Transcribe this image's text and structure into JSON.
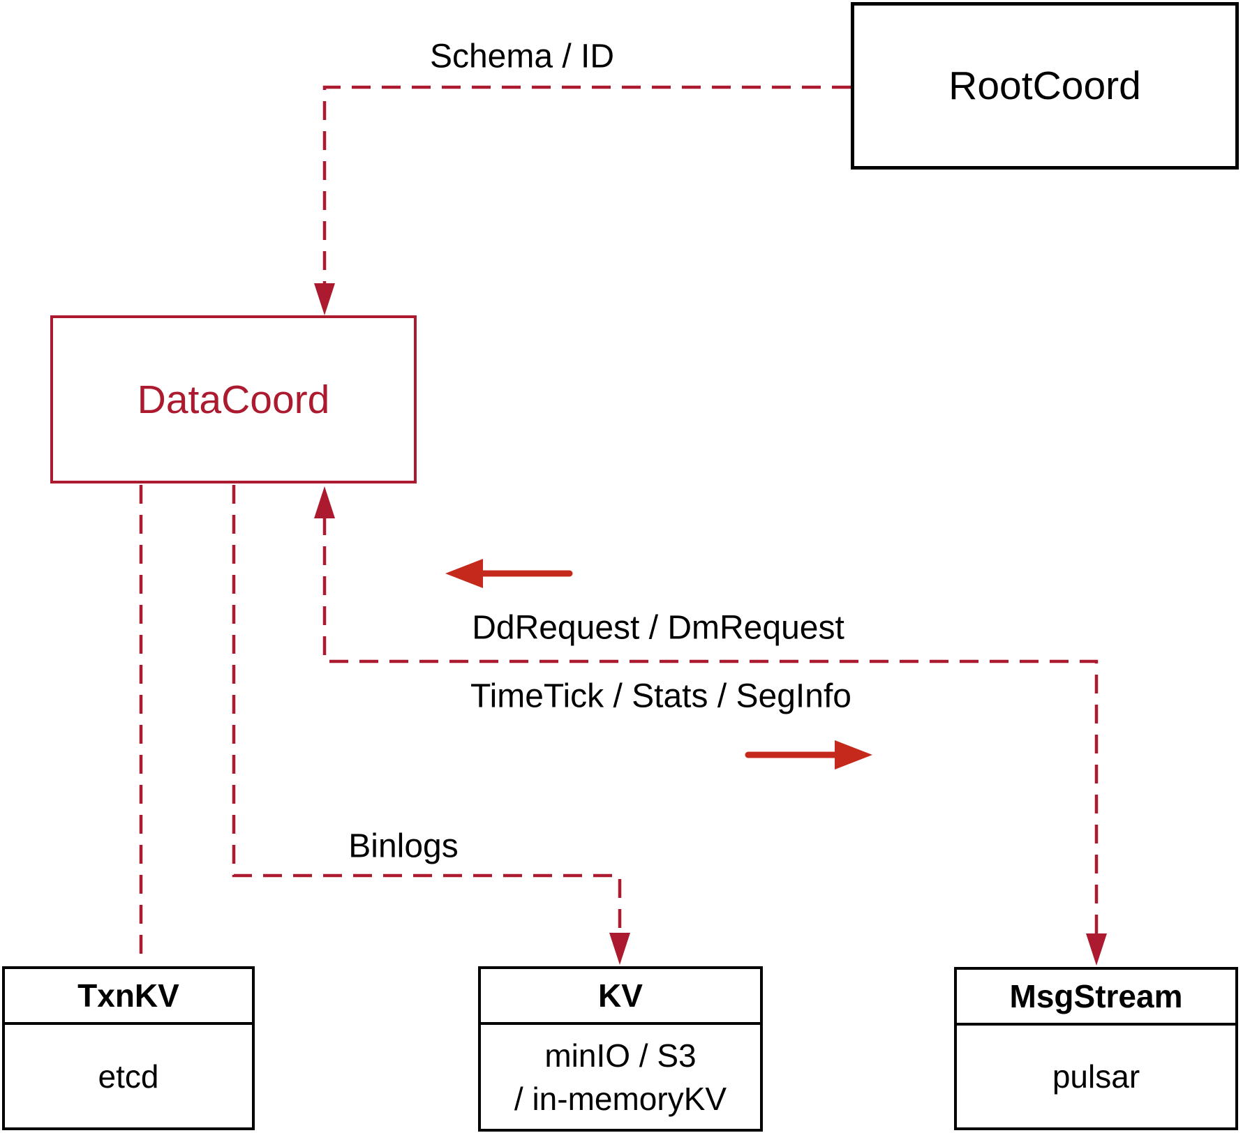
{
  "nodes": {
    "rootcoord": {
      "label": "RootCoord"
    },
    "datacoord": {
      "label": "DataCoord"
    },
    "txnkv": {
      "title": "TxnKV",
      "body_lines": [
        "etcd"
      ]
    },
    "kv": {
      "title": "KV",
      "body_lines": [
        "minIO / S3",
        "/ in-memoryKV"
      ]
    },
    "msgstream": {
      "title": "MsgStream",
      "body_lines": [
        "pulsar"
      ]
    }
  },
  "edges": {
    "schema": {
      "label": "Schema / ID"
    },
    "ddrequest": {
      "label": "DdRequest / DmRequest"
    },
    "timetick": {
      "label": "TimeTick / Stats / SegInfo"
    },
    "binlogs": {
      "label": "Binlogs"
    }
  },
  "colors": {
    "dark_red": "#ab1a2e",
    "arrow_red": "#c5291b",
    "ink": "#000000"
  }
}
